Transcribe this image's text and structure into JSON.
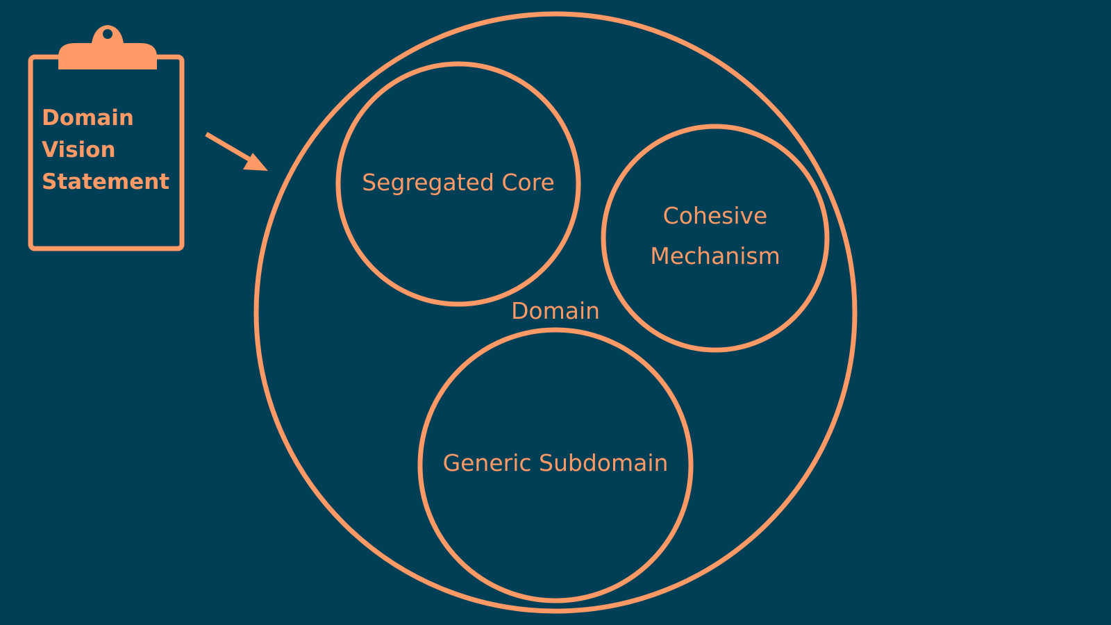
{
  "colors": {
    "background": "#003f55",
    "accent": "#ff9966"
  },
  "clipboard": {
    "icon": "clipboard-icon",
    "lines": [
      "Domain",
      "Vision",
      "Statement"
    ]
  },
  "arrow": {
    "icon": "arrow-right-down-icon"
  },
  "domain": {
    "label": "Domain",
    "subdomains": {
      "segregated_core": "Segregated Core",
      "cohesive_mechanism": [
        "Cohesive",
        "Mechanism"
      ],
      "generic_subdomain": "Generic Subdomain"
    }
  }
}
